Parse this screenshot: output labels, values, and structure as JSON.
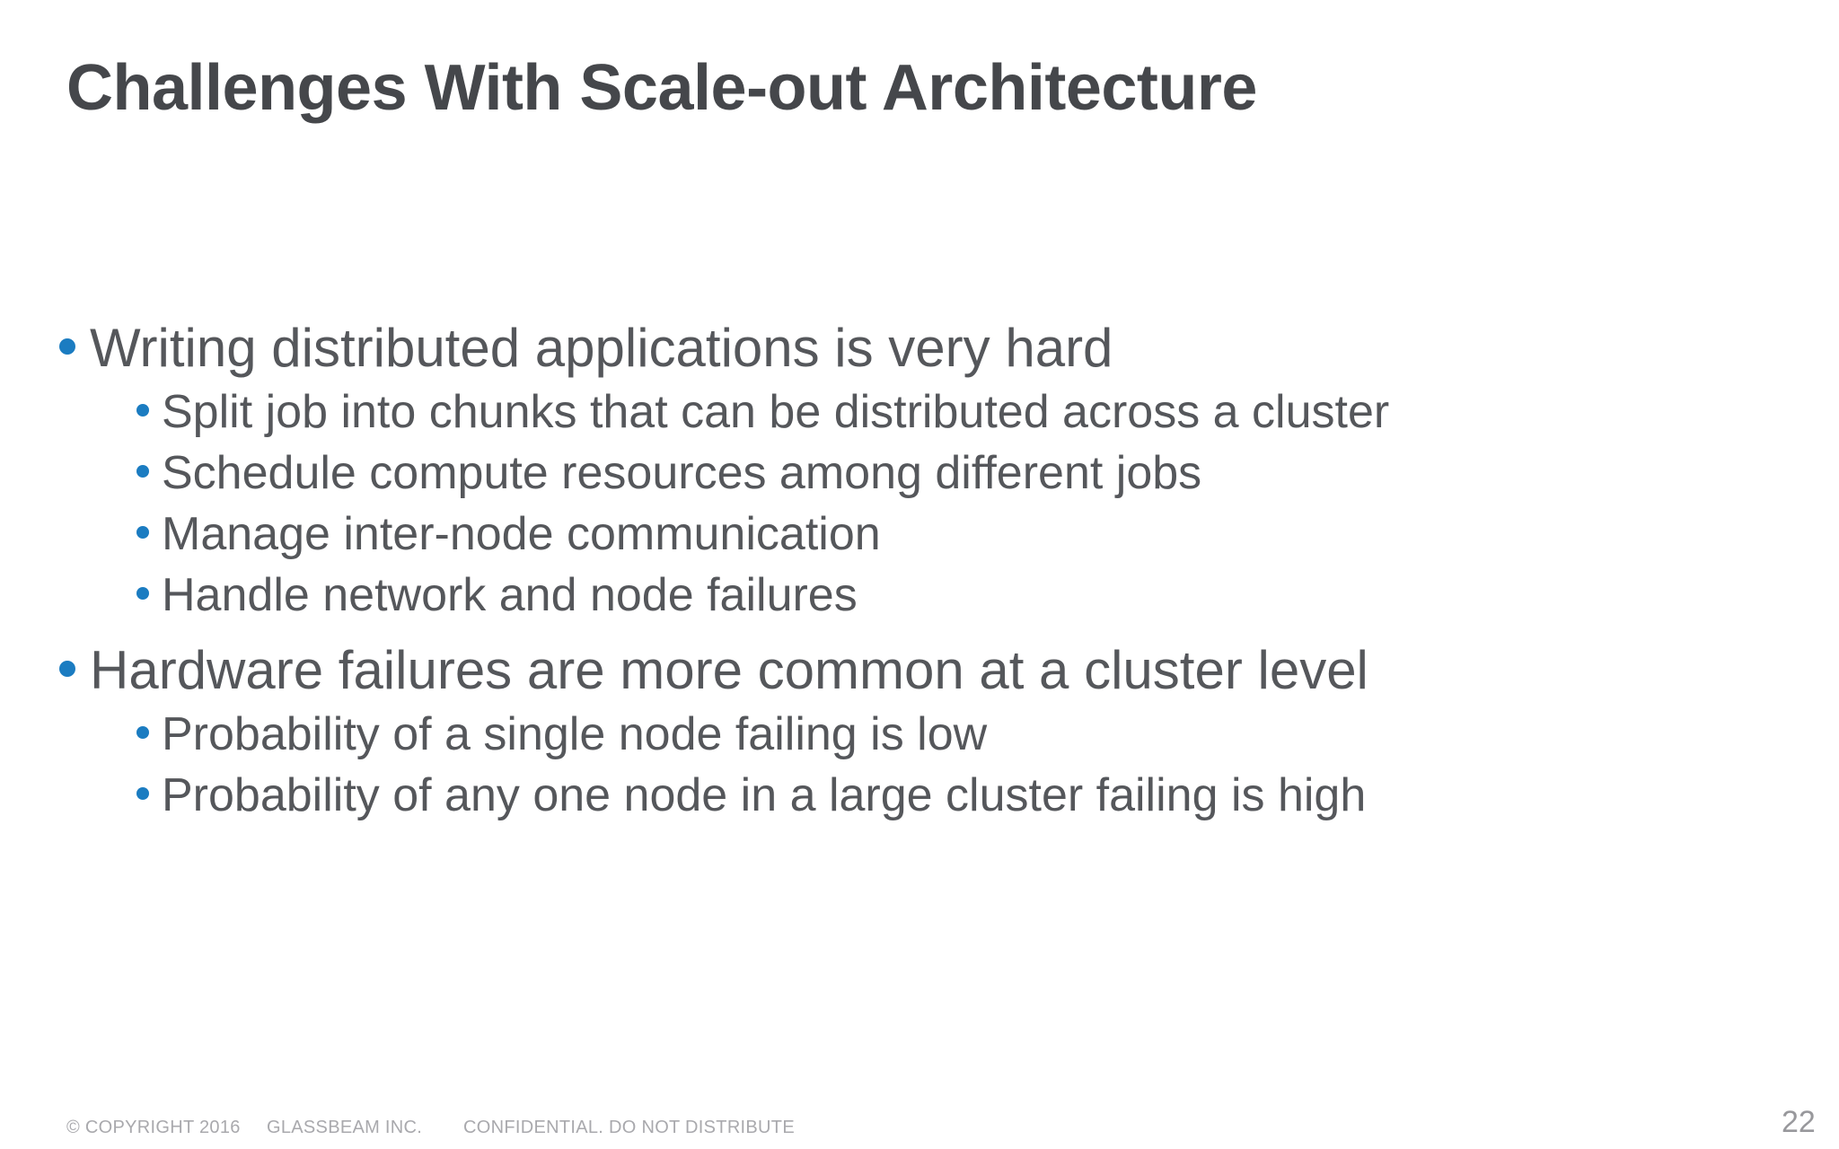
{
  "slide": {
    "title": "Challenges With Scale-out Architecture",
    "bullets": [
      {
        "level": 1,
        "text": "Writing distributed applications is very hard"
      },
      {
        "level": 2,
        "text": "Split job into chunks that can be distributed across a cluster"
      },
      {
        "level": 2,
        "text": "Schedule compute resources among different jobs"
      },
      {
        "level": 2,
        "text": "Manage inter-node communication"
      },
      {
        "level": 2,
        "text": "Handle network and node failures"
      },
      {
        "level": 1,
        "text": "Hardware failures are more common at a cluster level"
      },
      {
        "level": 2,
        "text": "Probability of a single node failing is low"
      },
      {
        "level": 2,
        "text": "Probability of any one node in a large cluster failing is high"
      }
    ],
    "footer": {
      "copyright": "© COPYRIGHT 2016",
      "company": "GLASSBEAM INC.",
      "confidential": "CONFIDENTIAL. DO NOT DISTRIBUTE",
      "page_number": "22"
    },
    "colors": {
      "background": "#ffffff",
      "title": "#45474b",
      "body": "#55575b",
      "bullet": "#1b7cc1",
      "footer": "#a9a9ad",
      "page": "#98989c"
    }
  }
}
